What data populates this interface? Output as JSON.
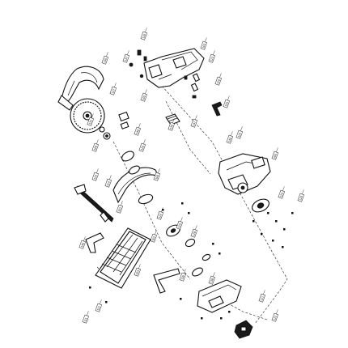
{
  "callouts": [
    {
      "id": "c1",
      "label": "118"
    },
    {
      "id": "c2",
      "label": "136"
    },
    {
      "id": "c3",
      "label": "137"
    },
    {
      "id": "c4",
      "label": "103"
    },
    {
      "id": "c5",
      "label": "113"
    },
    {
      "id": "c6",
      "label": "129"
    },
    {
      "id": "c7",
      "label": "134"
    },
    {
      "id": "c8",
      "label": "127"
    },
    {
      "id": "c9",
      "label": "131"
    },
    {
      "id": "c10",
      "label": "105"
    },
    {
      "id": "c11",
      "label": "147"
    },
    {
      "id": "c12",
      "label": "135"
    },
    {
      "id": "c13",
      "label": "146"
    },
    {
      "id": "c14",
      "label": "106"
    },
    {
      "id": "c15",
      "label": "145"
    },
    {
      "id": "c16",
      "label": "119"
    },
    {
      "id": "c17",
      "label": "200"
    },
    {
      "id": "c18",
      "label": "120"
    },
    {
      "id": "c19",
      "label": "104"
    },
    {
      "id": "c20",
      "label": "116"
    },
    {
      "id": "c21",
      "label": "114"
    },
    {
      "id": "c22",
      "label": "124"
    },
    {
      "id": "c23",
      "label": "126"
    },
    {
      "id": "c24",
      "label": "101"
    },
    {
      "id": "c25",
      "label": "110"
    },
    {
      "id": "c26",
      "label": "125"
    },
    {
      "id": "c27",
      "label": "102"
    },
    {
      "id": "c28",
      "label": "140"
    },
    {
      "id": "c29",
      "label": "154"
    },
    {
      "id": "c30",
      "label": "139"
    },
    {
      "id": "c31",
      "label": "138"
    },
    {
      "id": "c32",
      "label": "112"
    },
    {
      "id": "c33",
      "label": "111"
    },
    {
      "id": "c34",
      "label": "121"
    },
    {
      "id": "c35",
      "label": "122"
    },
    {
      "id": "c36",
      "label": "128"
    }
  ]
}
